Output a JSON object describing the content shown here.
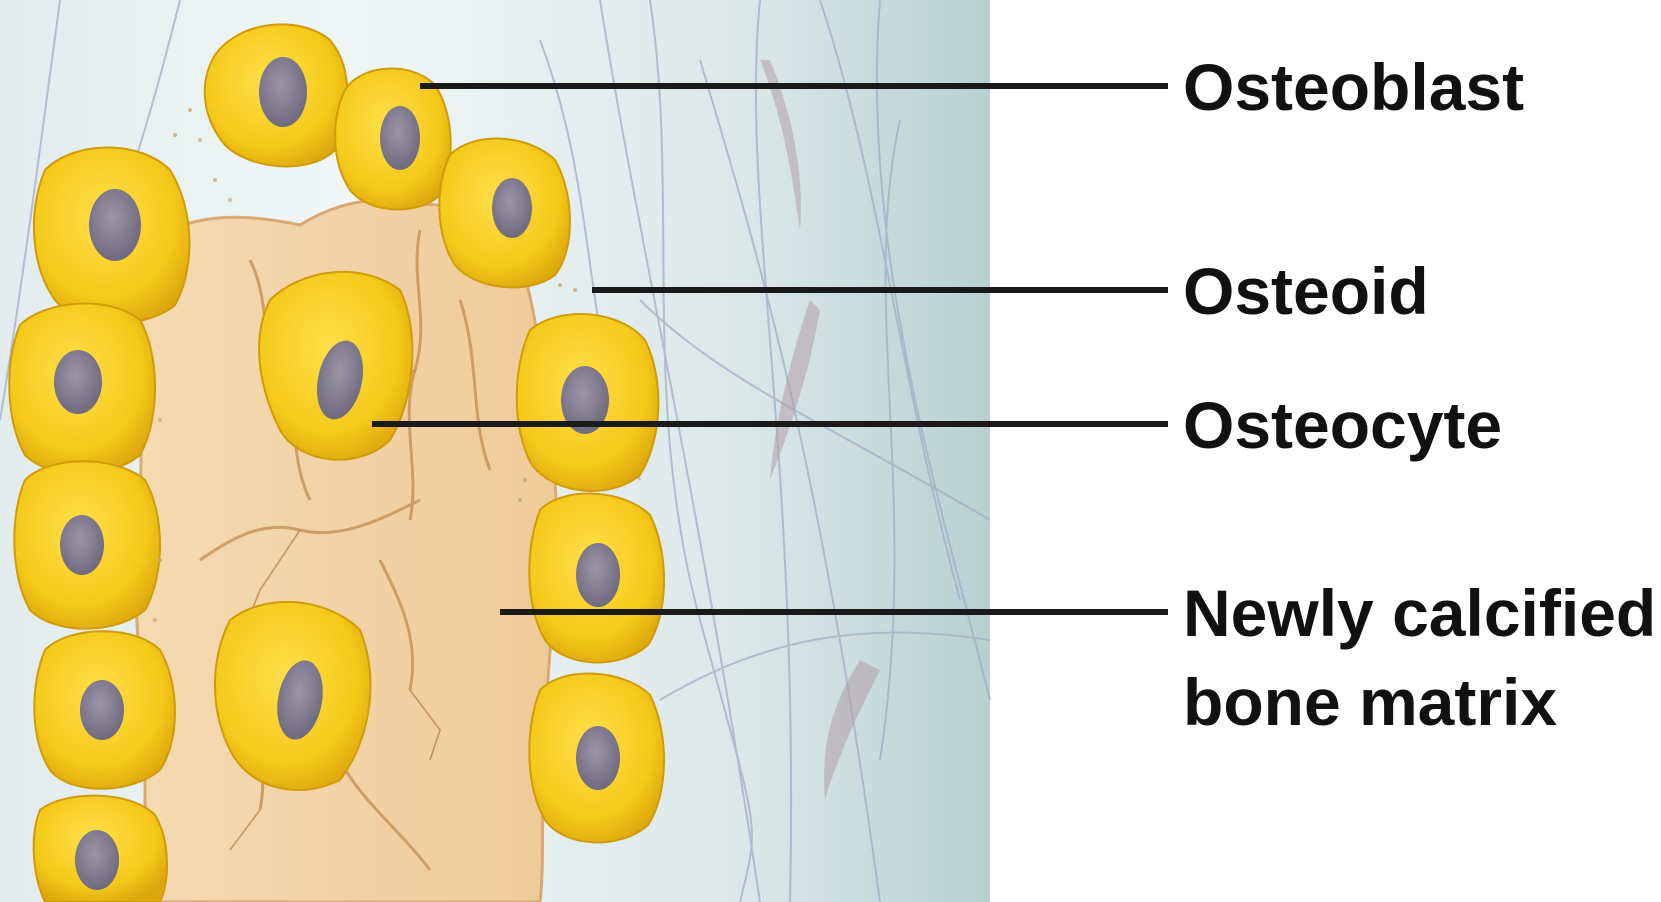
{
  "labels": {
    "osteoblast": "Osteoblast",
    "osteoid": "Osteoid",
    "osteocyte": "Osteocyte",
    "matrix_line1": "Newly calcified",
    "matrix_line2": "bone matrix"
  },
  "colors": {
    "cell_fill": "#f2cc1e",
    "cell_edge": "#d9a80d",
    "nucleus": "#8a8496",
    "matrix": "#f3d3a7",
    "matrix_crack": "#c79a5e",
    "background_tissue": "#c6dadb",
    "fiber": "#9aa6c0",
    "leader_line": "#1a1a1a",
    "label_text": "#111111"
  }
}
